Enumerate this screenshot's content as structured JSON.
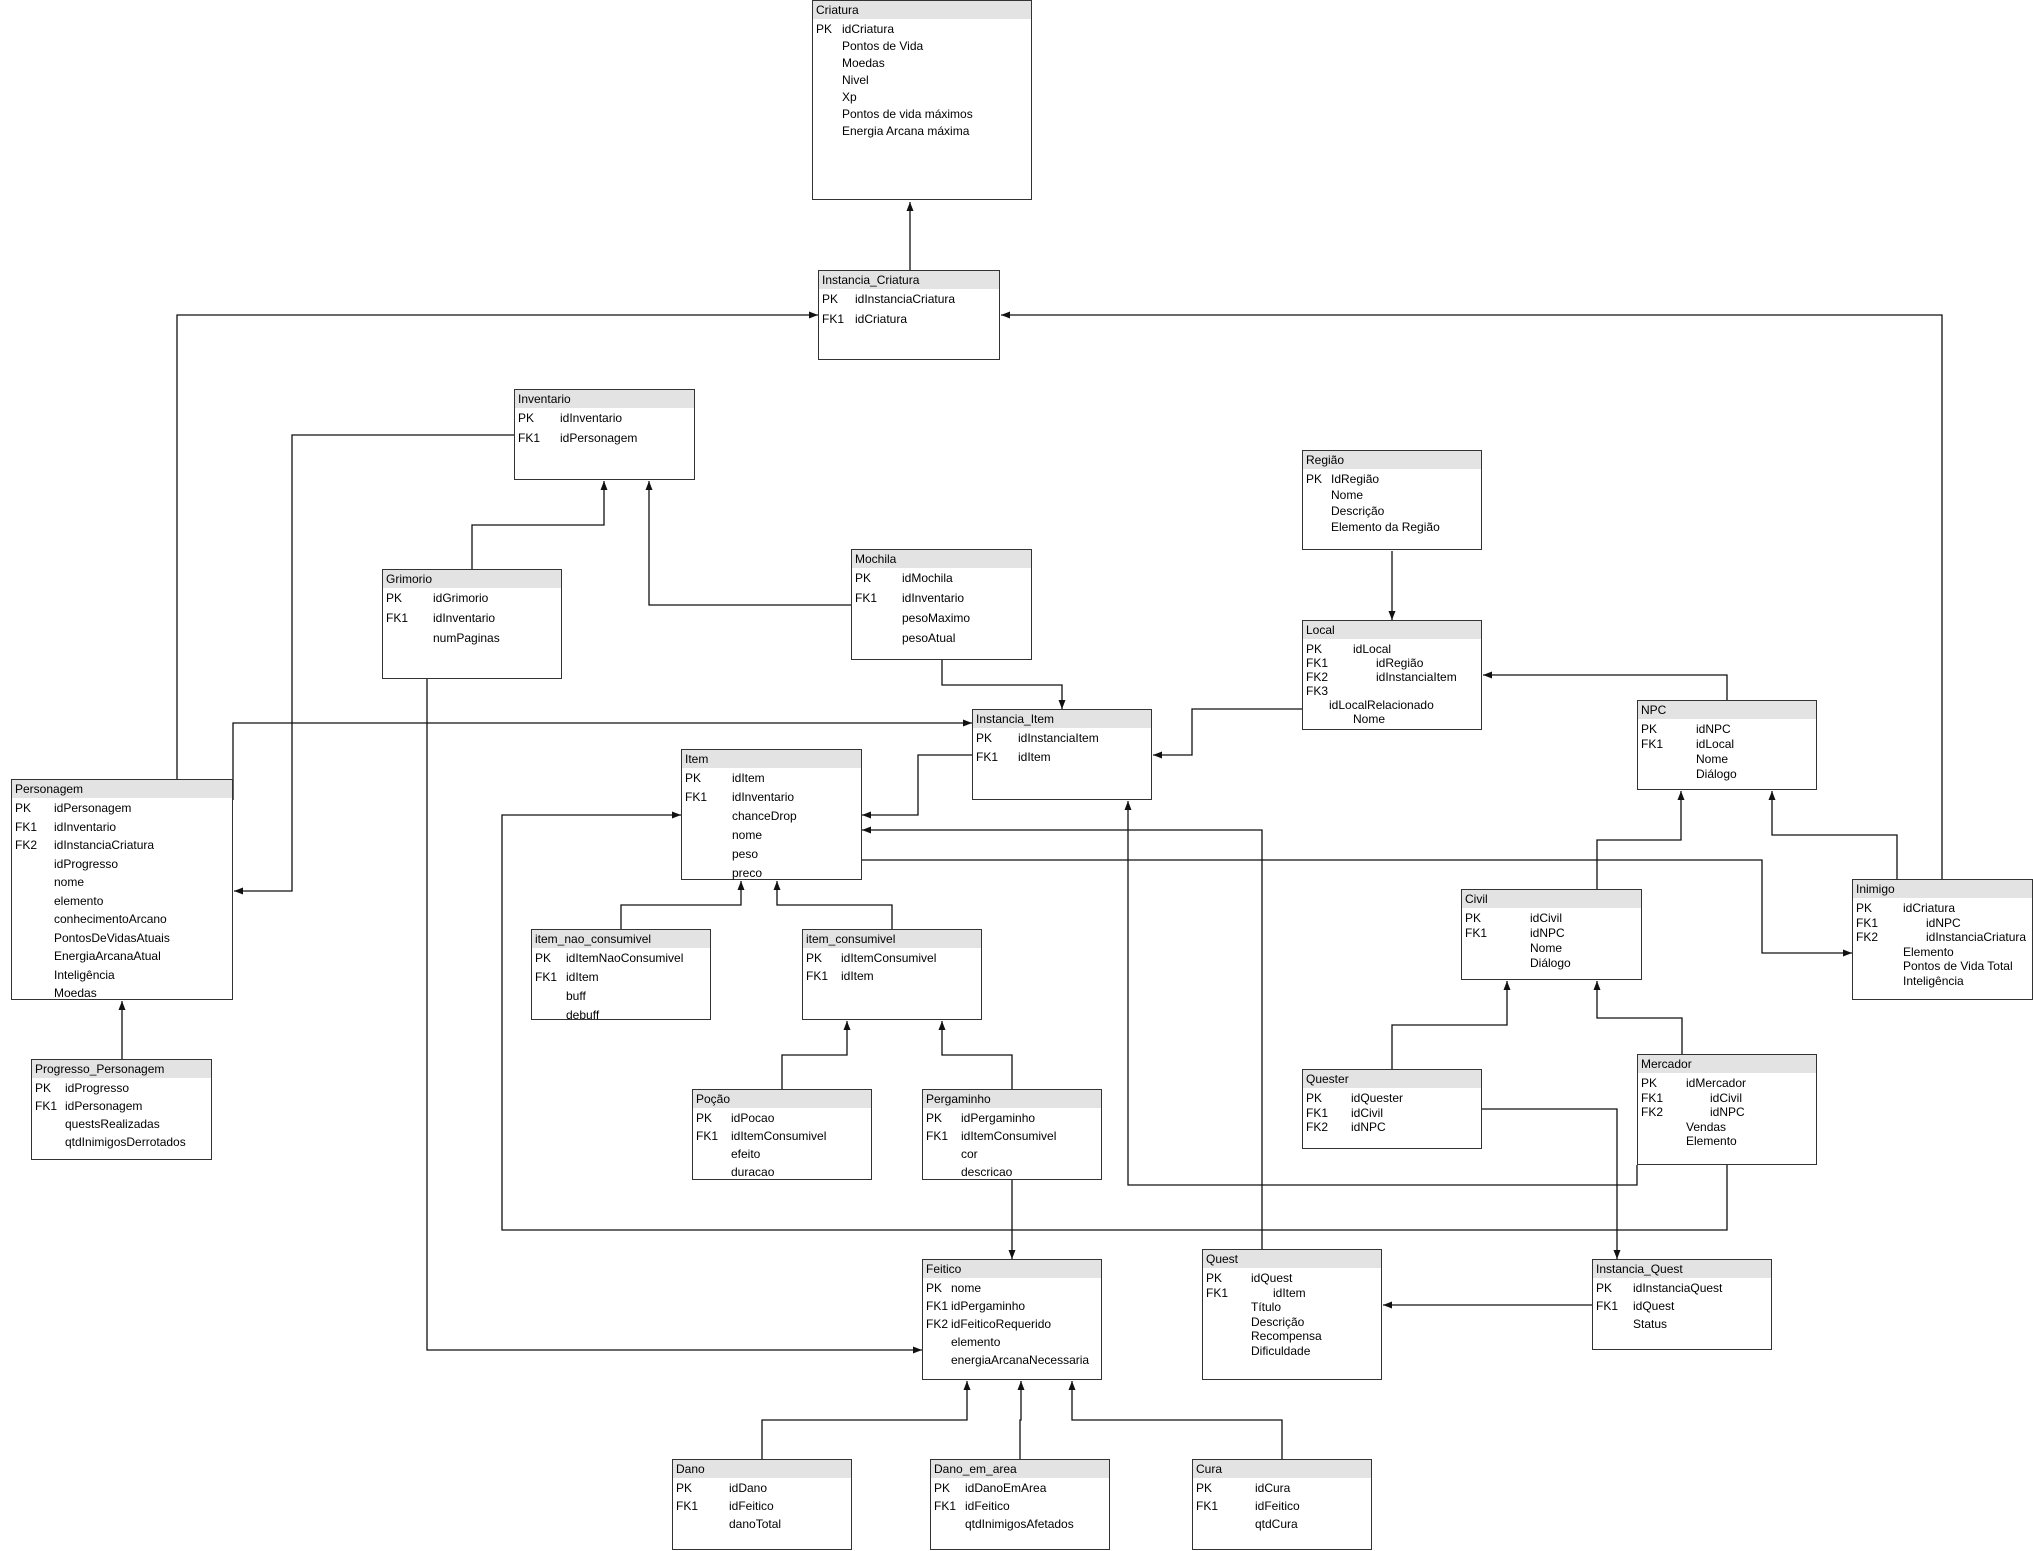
{
  "entities": [
    {
      "id": "criatura",
      "title": "Criatura",
      "attrs": [
        {
          "key": "PK",
          "name": "idCriatura"
        },
        {
          "key": "",
          "name": "Pontos de Vida"
        },
        {
          "key": "",
          "name": "Moedas"
        },
        {
          "key": "",
          "name": "Nivel"
        },
        {
          "key": "",
          "name": "Xp"
        },
        {
          "key": "",
          "name": "Pontos de vida máximos"
        },
        {
          "key": "",
          "name": "Energia Arcana máxima"
        }
      ]
    },
    {
      "id": "instancia-criatura",
      "title": "Instancia_Criatura",
      "attrs": [
        {
          "key": "PK",
          "name": "idInstanciaCriatura"
        },
        {
          "key": "FK1",
          "name": "idCriatura"
        }
      ]
    },
    {
      "id": "inventario",
      "title": "Inventario",
      "attrs": [
        {
          "key": "PK",
          "name": "idInventario"
        },
        {
          "key": "FK1",
          "name": "idPersonagem"
        }
      ]
    },
    {
      "id": "grimorio",
      "title": "Grimorio",
      "attrs": [
        {
          "key": "PK",
          "name": "idGrimorio"
        },
        {
          "key": "FK1",
          "name": "idInventario"
        },
        {
          "key": "",
          "name": "numPaginas"
        }
      ]
    },
    {
      "id": "mochila",
      "title": "Mochila",
      "attrs": [
        {
          "key": "PK",
          "name": "idMochila"
        },
        {
          "key": "FK1",
          "name": "idInventario"
        },
        {
          "key": "",
          "name": "pesoMaximo"
        },
        {
          "key": "",
          "name": "pesoAtual"
        }
      ]
    },
    {
      "id": "regiao",
      "title": "Região",
      "attrs": [
        {
          "key": "PK",
          "name": "IdRegião"
        },
        {
          "key": "",
          "name": "Nome"
        },
        {
          "key": "",
          "name": "Descrição"
        },
        {
          "key": "",
          "name": "Elemento da Região"
        }
      ]
    },
    {
      "id": "local",
      "title": "Local",
      "attrs": [
        {
          "key": "PK",
          "name": "idLocal"
        },
        {
          "key": "FK1",
          "name": "idRegião"
        },
        {
          "key": "FK2",
          "name": "idInstanciaItem"
        },
        {
          "key": "FK3",
          "name": ""
        },
        {
          "key": "",
          "name": "idLocalRelacionado"
        },
        {
          "key": "",
          "name": "Nome"
        }
      ]
    },
    {
      "id": "instancia-item",
      "title": "Instancia_Item",
      "attrs": [
        {
          "key": "PK",
          "name": "idInstanciaItem"
        },
        {
          "key": "FK1",
          "name": "idItem"
        }
      ]
    },
    {
      "id": "npc",
      "title": "NPC",
      "attrs": [
        {
          "key": "PK",
          "name": "idNPC"
        },
        {
          "key": "FK1",
          "name": "idLocal"
        },
        {
          "key": "",
          "name": "Nome"
        },
        {
          "key": "",
          "name": "Diálogo"
        }
      ]
    },
    {
      "id": "item",
      "title": "Item",
      "attrs": [
        {
          "key": "PK",
          "name": "idItem"
        },
        {
          "key": "FK1",
          "name": "idInventario"
        },
        {
          "key": "",
          "name": "chanceDrop"
        },
        {
          "key": "",
          "name": "nome"
        },
        {
          "key": "",
          "name": "peso"
        },
        {
          "key": "",
          "name": "preco"
        }
      ]
    },
    {
      "id": "personagem",
      "title": "Personagem",
      "attrs": [
        {
          "key": "PK",
          "name": "idPersonagem"
        },
        {
          "key": "FK1",
          "name": "idInventario"
        },
        {
          "key": "FK2",
          "name": "idInstanciaCriatura"
        },
        {
          "key": "",
          "name": "idProgresso"
        },
        {
          "key": "",
          "name": "nome"
        },
        {
          "key": "",
          "name": "elemento"
        },
        {
          "key": "",
          "name": "conhecimentoArcano"
        },
        {
          "key": "",
          "name": "PontosDeVidasAtuais"
        },
        {
          "key": "",
          "name": "EnergiaArcanaAtual"
        },
        {
          "key": "",
          "name": "Inteligência"
        },
        {
          "key": "",
          "name": "Moedas"
        }
      ]
    },
    {
      "id": "item-nao-consumivel",
      "title": "item_nao_consumivel",
      "attrs": [
        {
          "key": "PK",
          "name": "idItemNaoConsumivel"
        },
        {
          "key": "FK1",
          "name": "idItem"
        },
        {
          "key": "",
          "name": "buff"
        },
        {
          "key": "",
          "name": "debuff"
        }
      ]
    },
    {
      "id": "item-consumivel",
      "title": "item_consumivel",
      "attrs": [
        {
          "key": "PK",
          "name": "idItemConsumivel"
        },
        {
          "key": "FK1",
          "name": "idItem"
        }
      ]
    },
    {
      "id": "civil",
      "title": "Civil",
      "attrs": [
        {
          "key": "PK",
          "name": "idCivil"
        },
        {
          "key": "FK1",
          "name": "idNPC"
        },
        {
          "key": "",
          "name": "Nome"
        },
        {
          "key": "",
          "name": "Diálogo"
        }
      ]
    },
    {
      "id": "inimigo",
      "title": "Inimigo",
      "attrs": [
        {
          "key": "PK",
          "name": "idCriatura"
        },
        {
          "key": "FK1",
          "name": "idNPC"
        },
        {
          "key": "FK2",
          "name": "idInstanciaCriatura"
        },
        {
          "key": "",
          "name": "Elemento"
        },
        {
          "key": "",
          "name": "Pontos de Vida Total"
        },
        {
          "key": "",
          "name": "Inteligência"
        }
      ]
    },
    {
      "id": "progresso-personagem",
      "title": "Progresso_Personagem",
      "attrs": [
        {
          "key": "PK",
          "name": "idProgresso"
        },
        {
          "key": "FK1",
          "name": "idPersonagem"
        },
        {
          "key": "",
          "name": "questsRealizadas"
        },
        {
          "key": "",
          "name": "qtdInimigosDerrotados"
        }
      ]
    },
    {
      "id": "quester",
      "title": "Quester",
      "attrs": [
        {
          "key": "PK",
          "name": "idQuester"
        },
        {
          "key": "FK1",
          "name": "idCivil"
        },
        {
          "key": "FK2",
          "name": "idNPC"
        }
      ]
    },
    {
      "id": "mercador",
      "title": "Mercador",
      "attrs": [
        {
          "key": "PK",
          "name": "idMercador"
        },
        {
          "key": "FK1",
          "name": "idCivil"
        },
        {
          "key": "FK2",
          "name": "idNPC"
        },
        {
          "key": "",
          "name": "Vendas"
        },
        {
          "key": "",
          "name": "Elemento"
        }
      ]
    },
    {
      "id": "pocao",
      "title": "Poção",
      "attrs": [
        {
          "key": "PK",
          "name": "idPocao"
        },
        {
          "key": "FK1",
          "name": "idItemConsumivel"
        },
        {
          "key": "",
          "name": "efeito"
        },
        {
          "key": "",
          "name": "duracao"
        }
      ]
    },
    {
      "id": "pergaminho",
      "title": "Pergaminho",
      "attrs": [
        {
          "key": "PK",
          "name": "idPergaminho"
        },
        {
          "key": "FK1",
          "name": "idItemConsumivel"
        },
        {
          "key": "",
          "name": "cor"
        },
        {
          "key": "",
          "name": "descricao"
        }
      ]
    },
    {
      "id": "feitico",
      "title": "Feitico",
      "attrs": [
        {
          "key": "PK",
          "name": "nome"
        },
        {
          "key": "FK1",
          "name": "idPergaminho"
        },
        {
          "key": "FK2",
          "name": "idFeiticoRequerido"
        },
        {
          "key": "",
          "name": "elemento"
        },
        {
          "key": "",
          "name": "energiaArcanaNecessaria"
        }
      ]
    },
    {
      "id": "quest",
      "title": "Quest",
      "attrs": [
        {
          "key": "PK",
          "name": "idQuest"
        },
        {
          "key": "FK1",
          "name": "idItem"
        },
        {
          "key": "",
          "name": "Título"
        },
        {
          "key": "",
          "name": "Descrição"
        },
        {
          "key": "",
          "name": "Recompensa"
        },
        {
          "key": "",
          "name": "Dificuldade"
        }
      ]
    },
    {
      "id": "instancia-quest",
      "title": "Instancia_Quest",
      "attrs": [
        {
          "key": "PK",
          "name": "idInstanciaQuest"
        },
        {
          "key": "FK1",
          "name": "idQuest"
        },
        {
          "key": "",
          "name": "Status"
        }
      ]
    },
    {
      "id": "dano",
      "title": "Dano",
      "attrs": [
        {
          "key": "PK",
          "name": "idDano"
        },
        {
          "key": "FK1",
          "name": "idFeitico"
        },
        {
          "key": "",
          "name": "danoTotal"
        }
      ]
    },
    {
      "id": "dano-em-area",
      "title": "Dano_em_area",
      "attrs": [
        {
          "key": "PK",
          "name": "idDanoEmArea"
        },
        {
          "key": "FK1",
          "name": "idFeitico"
        },
        {
          "key": "",
          "name": "qtdInimigosAfetados"
        }
      ]
    },
    {
      "id": "cura",
      "title": "Cura",
      "attrs": [
        {
          "key": "PK",
          "name": "idCura"
        },
        {
          "key": "FK1",
          "name": "idFeitico"
        },
        {
          "key": "",
          "name": "qtdCura"
        }
      ]
    }
  ],
  "relationships": [
    {
      "id": "instancia-criatura-to-criatura",
      "from": "instancia-criatura",
      "to": "criatura"
    },
    {
      "id": "personagem-to-instancia-criatura",
      "from": "personagem",
      "to": "instancia-criatura"
    },
    {
      "id": "inimigo-to-instancia-criatura",
      "from": "inimigo",
      "to": "instancia-criatura"
    },
    {
      "id": "inventario-to-personagem",
      "from": "inventario",
      "to": "personagem"
    },
    {
      "id": "grimorio-to-inventario",
      "from": "grimorio",
      "to": "inventario"
    },
    {
      "id": "mochila-to-inventario",
      "from": "mochila",
      "to": "inventario"
    },
    {
      "id": "mochila-to-instancia-item",
      "from": "mochila",
      "to": "instancia-item"
    },
    {
      "id": "personagem-to-instancia-item",
      "from": "personagem",
      "to": "instancia-item"
    },
    {
      "id": "regiao-to-local",
      "from": "regiao",
      "to": "local"
    },
    {
      "id": "local-to-instancia-item",
      "from": "local",
      "to": "instancia-item"
    },
    {
      "id": "npc-to-local",
      "from": "npc",
      "to": "local"
    },
    {
      "id": "instancia-item-to-item",
      "from": "instancia-item",
      "to": "item"
    },
    {
      "id": "item-to-inimigo",
      "from": "item",
      "to": "inimigo"
    },
    {
      "id": "mercador-to-item",
      "from": "mercador",
      "to": "item"
    },
    {
      "id": "quest-to-item",
      "from": "quest",
      "to": "item"
    },
    {
      "id": "mercador-to-instancia-item",
      "from": "mercador",
      "to": "instancia-item"
    },
    {
      "id": "item-nao-consumivel-to-item",
      "from": "item-nao-consumivel",
      "to": "item"
    },
    {
      "id": "item-consumivel-to-item",
      "from": "item-consumivel",
      "to": "item"
    },
    {
      "id": "pocao-to-item-consumivel",
      "from": "pocao",
      "to": "item-consumivel"
    },
    {
      "id": "pergaminho-to-item-consumivel",
      "from": "pergaminho",
      "to": "item-consumivel"
    },
    {
      "id": "pergaminho-to-feitico",
      "from": "pergaminho",
      "to": "feitico"
    },
    {
      "id": "grimorio-to-feitico",
      "from": "grimorio",
      "to": "feitico"
    },
    {
      "id": "civil-to-npc",
      "from": "civil",
      "to": "npc"
    },
    {
      "id": "inimigo-to-npc",
      "from": "inimigo",
      "to": "npc"
    },
    {
      "id": "quester-to-civil",
      "from": "quester",
      "to": "civil"
    },
    {
      "id": "mercador-to-civil",
      "from": "mercador",
      "to": "civil"
    },
    {
      "id": "quester-to-instancia-quest",
      "from": "quester",
      "to": "instancia-quest"
    },
    {
      "id": "instancia-quest-to-quest",
      "from": "instancia-quest",
      "to": "quest"
    },
    {
      "id": "progresso-to-personagem",
      "from": "progresso-personagem",
      "to": "personagem"
    },
    {
      "id": "dano-to-feitico",
      "from": "dano",
      "to": "feitico"
    },
    {
      "id": "dano-em-area-to-feitico",
      "from": "dano-em-area",
      "to": "feitico"
    },
    {
      "id": "cura-to-feitico",
      "from": "cura",
      "to": "feitico"
    }
  ]
}
